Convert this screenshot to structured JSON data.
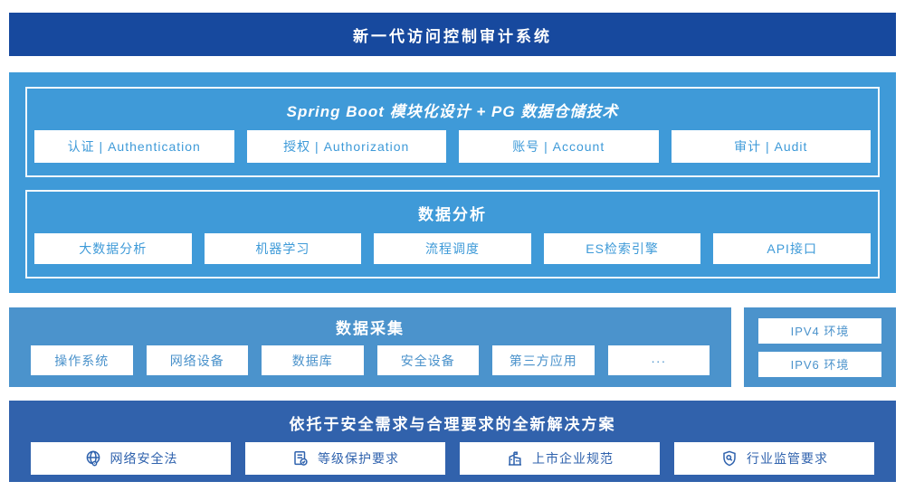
{
  "colors": {
    "banner_bg": "#17499E",
    "platform_bg": "#3F9AD8",
    "collection_bg": "#4B93CC",
    "solution_bg": "#3162AC",
    "platform_item_text": "#3E9AD8",
    "collection_item_text": "#4A92CB",
    "solution_item_text": "#2F62AD"
  },
  "header": {
    "title": "新一代访问控制审计系统"
  },
  "platform": {
    "modules": {
      "title": "Spring Boot 模块化设计 + PG 数据仓储技术",
      "items": [
        "认证 | Authentication",
        "授权 | Authorization",
        "账号 | Account",
        "审计 | Audit"
      ]
    },
    "analysis": {
      "title": "数据分析",
      "items": [
        "大数据分析",
        "机器学习",
        "流程调度",
        "ES检索引擎",
        "API接口"
      ]
    }
  },
  "collection": {
    "title": "数据采集",
    "items": [
      "操作系统",
      "网络设备",
      "数据库",
      "安全设备",
      "第三方应用",
      "···"
    ]
  },
  "environments": {
    "items": [
      "IPV4 环境",
      "IPV6 环境"
    ]
  },
  "solution": {
    "title": "依托于安全需求与合理要求的全新解决方案",
    "items": [
      {
        "icon": "globe-network-icon",
        "label": "网络安全法"
      },
      {
        "icon": "document-check-icon",
        "label": "等级保护要求"
      },
      {
        "icon": "building-icon",
        "label": "上市企业规范"
      },
      {
        "icon": "shield-search-icon",
        "label": "行业监管要求"
      }
    ]
  }
}
